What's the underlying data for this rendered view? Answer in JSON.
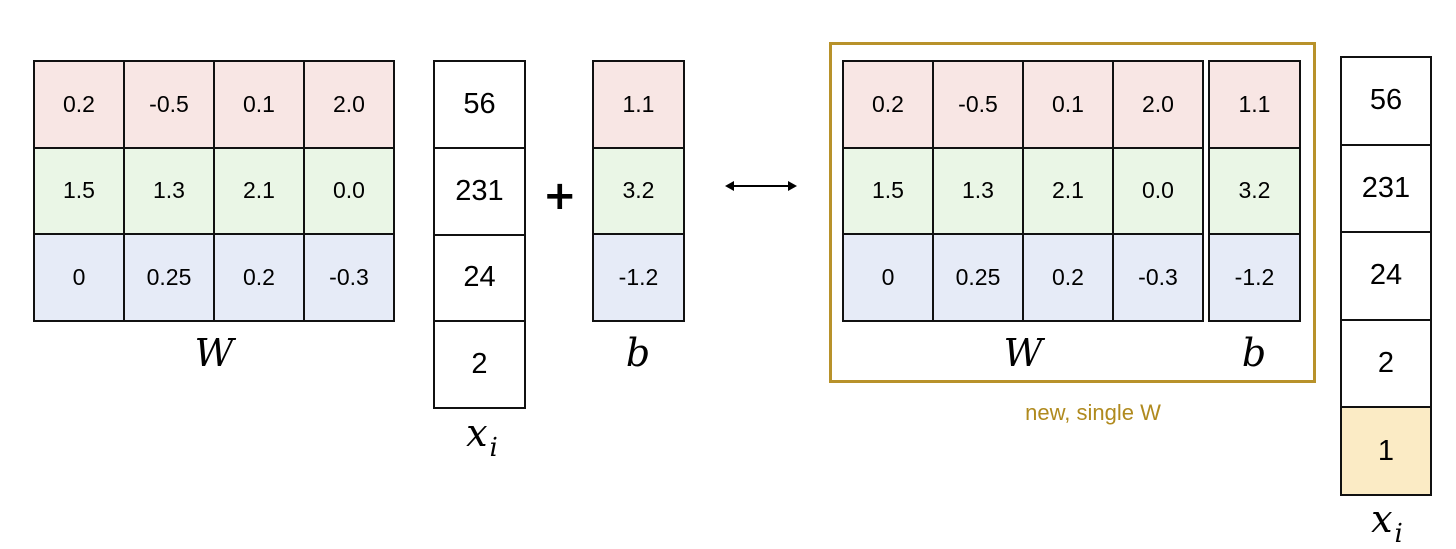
{
  "left": {
    "W": {
      "label": "W",
      "rows": [
        [
          "0.2",
          "-0.5",
          "0.1",
          "2.0"
        ],
        [
          "1.5",
          "1.3",
          "2.1",
          "0.0"
        ],
        [
          "0",
          "0.25",
          "0.2",
          "-0.3"
        ]
      ]
    },
    "x": {
      "label": "x",
      "subscript": "i",
      "values": [
        "56",
        "231",
        "24",
        "2"
      ]
    },
    "plus": "+",
    "b": {
      "label": "b",
      "values": [
        "1.1",
        "3.2",
        "-1.2"
      ]
    }
  },
  "right": {
    "W": {
      "label": "W",
      "rows": [
        [
          "0.2",
          "-0.5",
          "0.1",
          "2.0"
        ],
        [
          "1.5",
          "1.3",
          "2.1",
          "0.0"
        ],
        [
          "0",
          "0.25",
          "0.2",
          "-0.3"
        ]
      ]
    },
    "b": {
      "label": "b",
      "values": [
        "1.1",
        "3.2",
        "-1.2"
      ]
    },
    "caption": "new, single W",
    "x": {
      "label": "x",
      "subscript": "i",
      "values": [
        "56",
        "231",
        "24",
        "2",
        "1"
      ]
    }
  },
  "colors": {
    "row0": "#f8e6e4",
    "row1": "#eaf6e6",
    "row2": "#e6ebf7",
    "bias_one": "#fbebc5",
    "highlight": "#b8922a"
  }
}
